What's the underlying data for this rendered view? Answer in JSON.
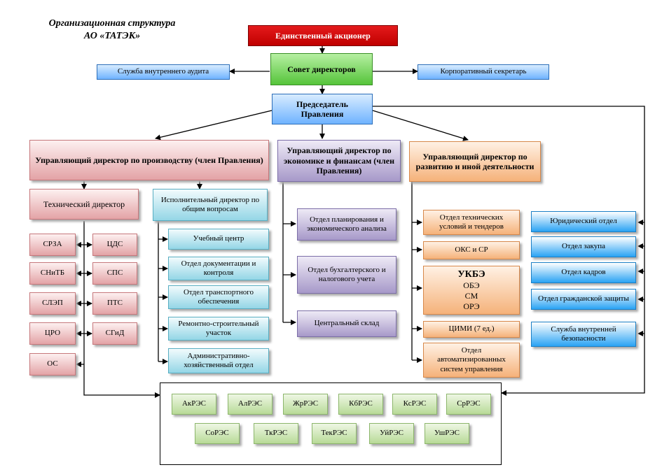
{
  "title": {
    "line1": "Организационная структура",
    "line2": "АО «ТАТЭК»"
  },
  "top": {
    "shareholder": "Единственный акционер",
    "board": "Совет директоров",
    "audit": "Служба внутреннего аудита",
    "secretary": "Корпоративный секретарь",
    "chairman": "Председатель Правления"
  },
  "directors": {
    "production": "Управляющий директор по производству (член Правления)",
    "economics": "Управляющий директор по экономике и финансам (член Правления)",
    "development": "Управляющий директор по развитию и иной деятельности"
  },
  "production": {
    "technical": "Технический директор",
    "executive": "Исполнительный директор по общим вопросам",
    "tech_left": [
      "СРЗА",
      "СНиТБ",
      "СЛЭП",
      "ЦРО",
      "ОС"
    ],
    "tech_right": [
      "ЦДС",
      "СПС",
      "ПТС",
      "СГиД"
    ],
    "exec_units": [
      "Учебный центр",
      "Отдел документации и контроля",
      "Отдел транспортного обеспечения",
      "Ремонтно-строительный участок",
      "Административно-хозяйственный отдел"
    ]
  },
  "economics_units": [
    "Отдел планирования и экономического анализа",
    "Отдел бухгалтерского и налогового учета",
    "Центральный склад"
  ],
  "development_units": {
    "tech_conditions": "Отдел технических условий и тендеров",
    "oks": "ОКС и СР",
    "ukbe": {
      "title": "УКБЭ",
      "items": [
        "ОБЭ",
        "СМ",
        "ОРЭ"
      ]
    },
    "cimi": "ЦИМИ (7 ед.)",
    "asu": "Отдел автоматизированных систем управления"
  },
  "chairman_units": [
    "Юридический отдел",
    "Отдел закупа",
    "Отдел кадров",
    "Отдел гражданской защиты",
    "Служба внутренней безопасности"
  ],
  "res_row1": [
    "АкРЭС",
    "АлРЭС",
    "ЖрРЭС",
    "КбРЭС",
    "КсРЭС",
    "СрРЭС"
  ],
  "res_row2": [
    "СоРЭС",
    "ТкРЭС",
    "ТекРЭС",
    "УйРЭС",
    "УшРЭС"
  ]
}
